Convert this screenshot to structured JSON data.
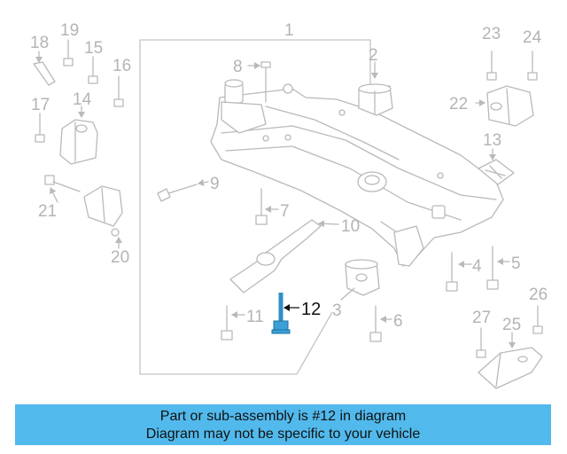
{
  "diagram": {
    "callouts": [
      "1",
      "2",
      "3",
      "4",
      "5",
      "6",
      "7",
      "8",
      "9",
      "10",
      "11",
      "12",
      "13",
      "14",
      "15",
      "16",
      "17",
      "18",
      "19",
      "20",
      "21",
      "22",
      "23",
      "24",
      "25",
      "26",
      "27"
    ],
    "highlighted_callout": "12",
    "highlight_color": "#3aa0d8"
  },
  "banner": {
    "line1": "Part or sub-assembly is #12 in diagram",
    "line2": "Diagram may not be specific to your vehicle",
    "background": "#52b9ec"
  }
}
